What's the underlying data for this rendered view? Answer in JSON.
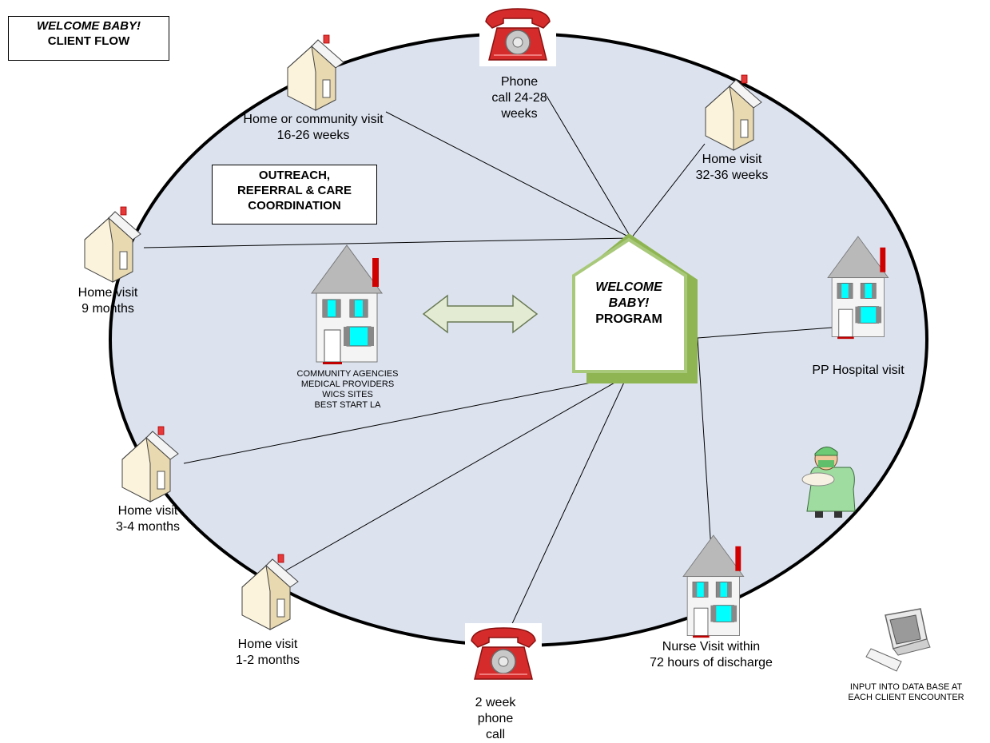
{
  "title": {
    "line1": "WELCOME BABY!",
    "line2": "CLIENT FLOW"
  },
  "outreach": {
    "line1": "OUTREACH,",
    "line2": "REFERRAL & CARE",
    "line3": "COORDINATION"
  },
  "center": {
    "line1": "WELCOME",
    "line2": "BABY!",
    "line3": "PROGRAM"
  },
  "community": {
    "line1": "COMMUNITY AGENCIES",
    "line2": "MEDICAL PROVIDERS",
    "line3": "WICS SITES",
    "line4": "BEST START LA"
  },
  "nodes": {
    "phone_top": {
      "line1": "Phone",
      "line2": "call 24-28",
      "line3": "weeks"
    },
    "home_16": {
      "line1": "Home or community visit",
      "line2": "16-26 weeks"
    },
    "home_32": {
      "line1": "Home visit",
      "line2": "32-36 weeks"
    },
    "home_9": {
      "line1": "Home visit",
      "line2": "9 months"
    },
    "pp_hospital": {
      "line1": "PP Hospital visit"
    },
    "home_3_4": {
      "line1": "Home visit",
      "line2": "3-4 months"
    },
    "home_1_2": {
      "line1": "Home visit",
      "line2": "1-2 months"
    },
    "phone_bottom": {
      "line1": "2 week",
      "line2": "phone",
      "line3": "call"
    },
    "nurse_visit": {
      "line1": "Nurse Visit within",
      "line2": "72 hours of discharge"
    }
  },
  "database": {
    "line1": "INPUT INTO DATA BASE AT",
    "line2": "EACH CLIENT ENCOUNTER"
  },
  "colors": {
    "circle_fill": "#dce3ef",
    "center_green": "#8fb553",
    "house_wall": "#fbf3dc",
    "phone_red": "#d62b2b",
    "window_cyan": "#00ffff",
    "arrow_fill": "#e3ecd3",
    "chimney_red": "#d10000"
  },
  "icons": [
    "small-house-icon",
    "telephone-icon",
    "large-house-icon",
    "double-arrow-icon",
    "nurse-with-baby-icon",
    "computer-icon"
  ]
}
